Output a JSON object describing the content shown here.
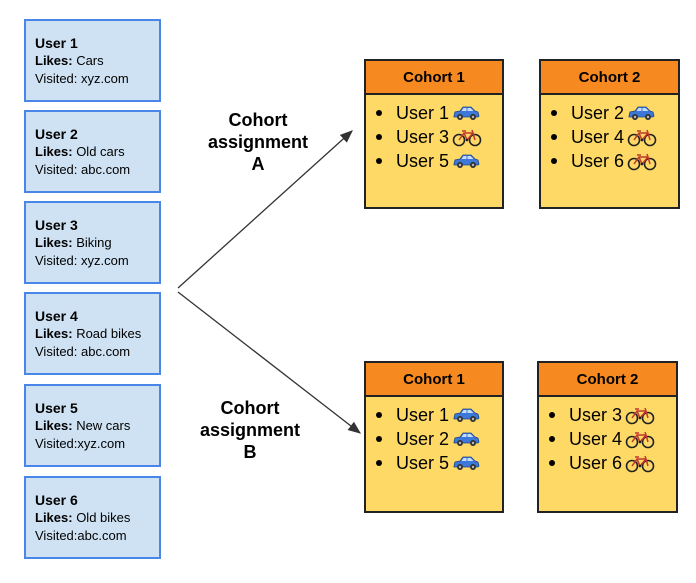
{
  "users": [
    {
      "name": "User 1",
      "likes_label": "Likes:",
      "likes": " Cars",
      "visited": "Visited: xyz.com"
    },
    {
      "name": "User 2",
      "likes_label": "Likes:",
      "likes": " Old cars",
      "visited": "Visited: abc.com"
    },
    {
      "name": "User 3",
      "likes_label": "Likes:",
      "likes": " Biking",
      "visited": "Visited: xyz.com"
    },
    {
      "name": "User 4",
      "likes_label": "Likes:",
      "likes": " Road bikes",
      "visited": "Visited: abc.com"
    },
    {
      "name": "User 5",
      "likes_label": "Likes:",
      "likes": " New cars",
      "visited": "Visited:xyz.com"
    },
    {
      "name": "User 6",
      "likes_label": "Likes:",
      "likes": " Old bikes",
      "visited": "Visited:abc.com"
    }
  ],
  "assignment_a": {
    "label": [
      "Cohort",
      "assignment",
      "A"
    ],
    "cohorts": [
      {
        "title": "Cohort 1",
        "members": [
          {
            "name": "User 1",
            "icon": "car-icon"
          },
          {
            "name": "User 3",
            "icon": "bicycle-icon"
          },
          {
            "name": "User 5",
            "icon": "car-icon"
          }
        ]
      },
      {
        "title": "Cohort 2",
        "members": [
          {
            "name": "User 2",
            "icon": "car-icon"
          },
          {
            "name": "User 4",
            "icon": "bicycle-icon"
          },
          {
            "name": "User 6",
            "icon": "bicycle-icon"
          }
        ]
      }
    ]
  },
  "assignment_b": {
    "label": [
      "Cohort",
      "assignment",
      "B"
    ],
    "cohorts": [
      {
        "title": "Cohort 1",
        "members": [
          {
            "name": "User 1",
            "icon": "car-icon"
          },
          {
            "name": "User 2",
            "icon": "car-icon"
          },
          {
            "name": "User 5",
            "icon": "car-icon"
          }
        ]
      },
      {
        "title": "Cohort 2",
        "members": [
          {
            "name": "User 3",
            "icon": "bicycle-icon"
          },
          {
            "name": "User 4",
            "icon": "bicycle-icon"
          },
          {
            "name": "User 6",
            "icon": "bicycle-icon"
          }
        ]
      }
    ]
  },
  "colors": {
    "user_card_fill": "#cfe2f3",
    "user_card_border": "#4a86e8",
    "cohort_header": "#f6891f",
    "cohort_body": "#ffd966",
    "car": "#3c78d8"
  }
}
